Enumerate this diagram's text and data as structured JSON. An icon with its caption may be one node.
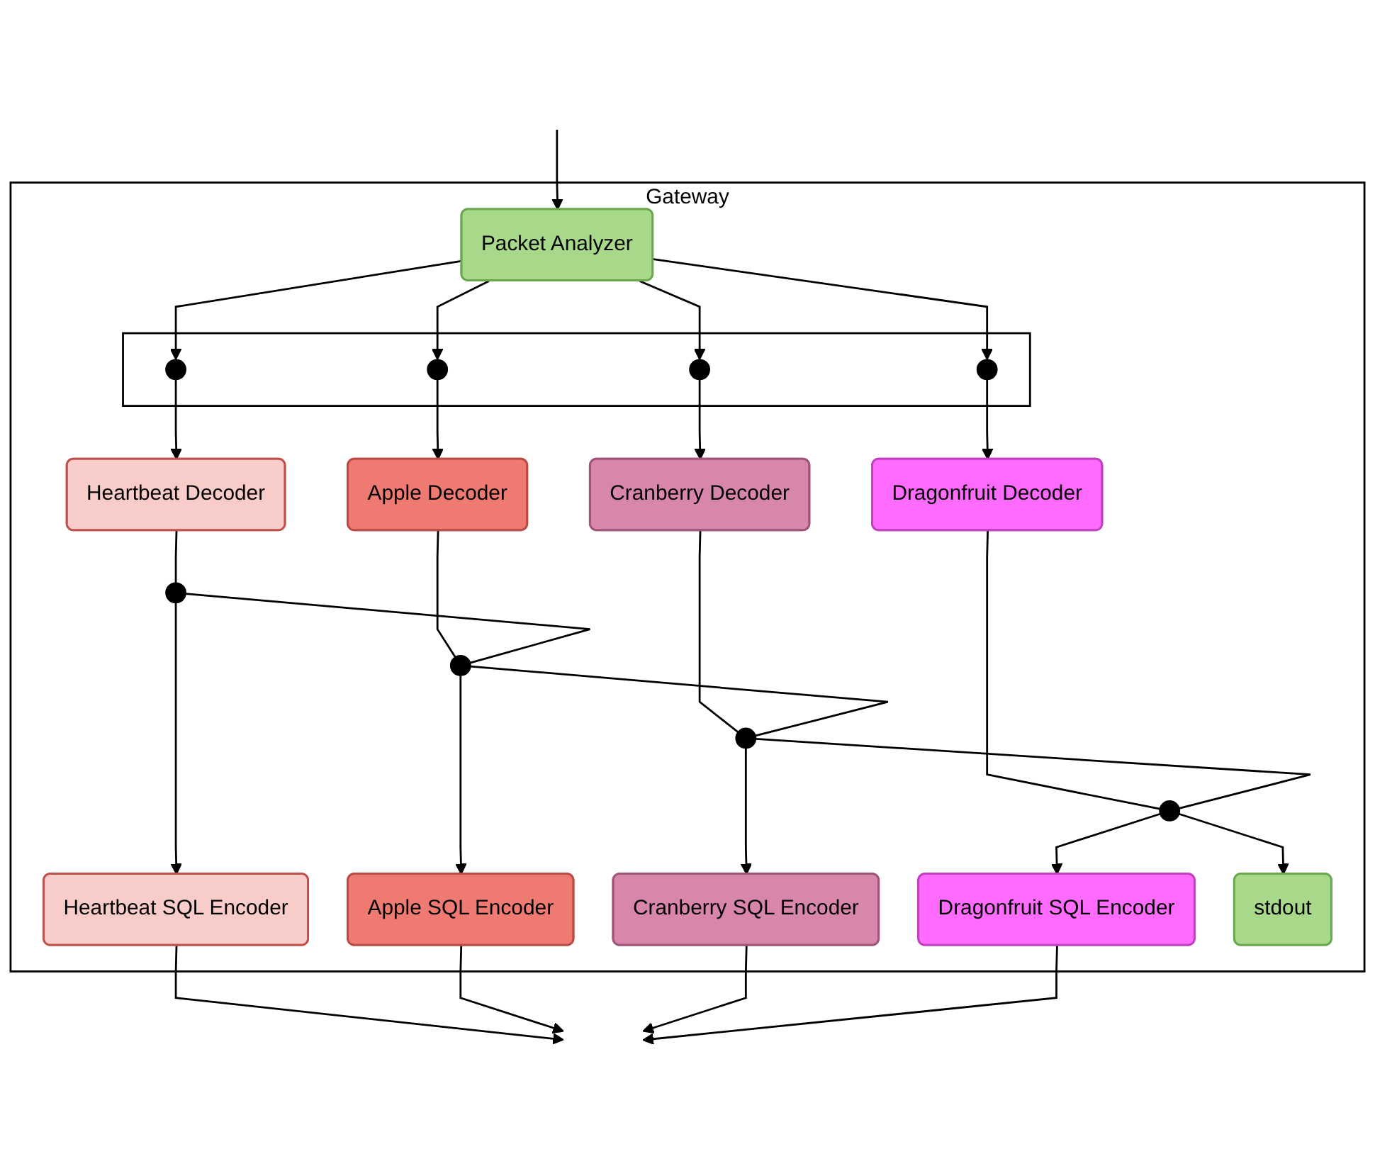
{
  "diagram": {
    "nodes": [
      {
        "text": [
          "Gateway"
        ]
      },
      {
        "text": [
          "Packet Analyzer"
        ],
        "in": 0
      },
      {
        "text": [],
        "shape": "box",
        "in": 0
      },
      {
        "text": [],
        "shape": "circle",
        "in": 2
      },
      {
        "text": [],
        "shape": "circle",
        "in": 2
      },
      {
        "text": [],
        "shape": "circle",
        "in": 2
      },
      {
        "text": [],
        "shape": "circle",
        "in": 2
      },
      {
        "text": [
          "Heartbeat Decoder"
        ],
        "in": 0
      },
      {
        "text": [
          "Apple Decoder"
        ],
        "in": 0
      },
      {
        "text": [
          "Cranberry Decoder"
        ],
        "in": 0
      },
      {
        "text": [
          "Dragonfruit Decoder"
        ],
        "in": 0
      },
      {
        "text": [],
        "shape": "circle",
        "in": 0
      },
      {
        "text": [],
        "shape": "circle",
        "in": 0
      },
      {
        "text": [],
        "shape": "circle",
        "in": 0
      },
      {
        "text": [],
        "shape": "circle",
        "in": 0
      },
      {
        "text": [
          "stdout"
        ],
        "in": 0
      },
      {
        "text": [
          "Heartbeat SQL Encoder"
        ],
        "in": 0
      },
      {
        "text": [
          "Apple SQL Encoder"
        ],
        "in": 0
      },
      {
        "text": [
          "Cranberry SQL Encoder"
        ],
        "in": 0
      },
      {
        "text": [
          "Dragonfruit SQL Encoder"
        ],
        "in": 0
      }
    ],
    "edges": [
      {
        "from": null,
        "to": 1,
        "arrow": "to"
      },
      {
        "from": 1,
        "to": 3,
        "arrow": "to"
      },
      {
        "from": 1,
        "to": 4,
        "arrow": "to"
      },
      {
        "from": 1,
        "to": 5,
        "arrow": "to"
      },
      {
        "from": 1,
        "to": 6,
        "arrow": "to"
      },
      {
        "from": 3,
        "to": 7,
        "arrow": "to"
      },
      {
        "from": 4,
        "to": 8,
        "arrow": "to"
      },
      {
        "from": 5,
        "to": 9,
        "arrow": "to"
      },
      {
        "from": 6,
        "to": 10,
        "arrow": "to"
      },
      {
        "from": 7,
        "to": 11,
        "arrow": "none"
      },
      {
        "from": 8,
        "to": 12,
        "arrow": "none"
      },
      {
        "from": 9,
        "to": 13,
        "arrow": "none"
      },
      {
        "from": 10,
        "to": 14,
        "arrow": "none"
      },
      {
        "from": 11,
        "to": 12,
        "arrow": "none"
      },
      {
        "from": 12,
        "to": 13,
        "arrow": "none"
      },
      {
        "from": 13,
        "to": 14,
        "arrow": "none"
      },
      {
        "from": 14,
        "to": 15,
        "arrow": "to"
      },
      {
        "from": 11,
        "to": 16,
        "arrow": "to"
      },
      {
        "from": 12,
        "to": 17,
        "arrow": "to"
      },
      {
        "from": 13,
        "to": 18,
        "arrow": "to"
      },
      {
        "from": 14,
        "to": 19,
        "arrow": "to"
      },
      {
        "from": 16,
        "to": null,
        "arrow": "to"
      },
      {
        "from": 17,
        "to": null,
        "arrow": "to"
      },
      {
        "from": 18,
        "to": null,
        "arrow": "to"
      },
      {
        "from": 19,
        "to": null,
        "arrow": "to"
      }
    ]
  }
}
